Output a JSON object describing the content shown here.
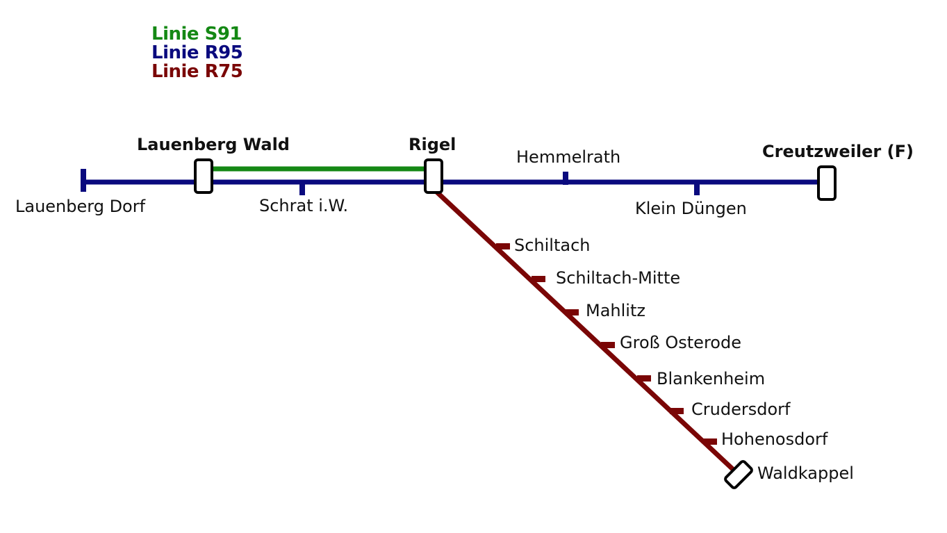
{
  "colors": {
    "s91": "#148814",
    "r95": "#0a0a7e",
    "r75": "#7a0606",
    "station_outline": "#000000"
  },
  "legend": [
    {
      "label": "Linie S91",
      "color": "#148814"
    },
    {
      "label": "Linie R95",
      "color": "#0a0a7e"
    },
    {
      "label": "Linie R75",
      "color": "#7a0606"
    }
  ],
  "stations": {
    "lauenberg_dorf": "Lauenberg Dorf",
    "lauenberg_wald": "Lauenberg Wald",
    "schrat": "Schrat i.W.",
    "rigel": "Rigel",
    "hemmelrath": "Hemmelrath",
    "klein_duengen": "Klein Düngen",
    "creutzweiler": "Creutzweiler (F)",
    "schiltach": "Schiltach",
    "schiltach_mitte": "Schiltach-Mitte",
    "mahlitz": "Mahlitz",
    "gross_osterode": "Groß Osterode",
    "blankenheim": "Blankenheim",
    "crudersdorf": "Crudersdorf",
    "hohenosdorf": "Hohenosdorf",
    "waldkappel": "Waldkappel"
  }
}
